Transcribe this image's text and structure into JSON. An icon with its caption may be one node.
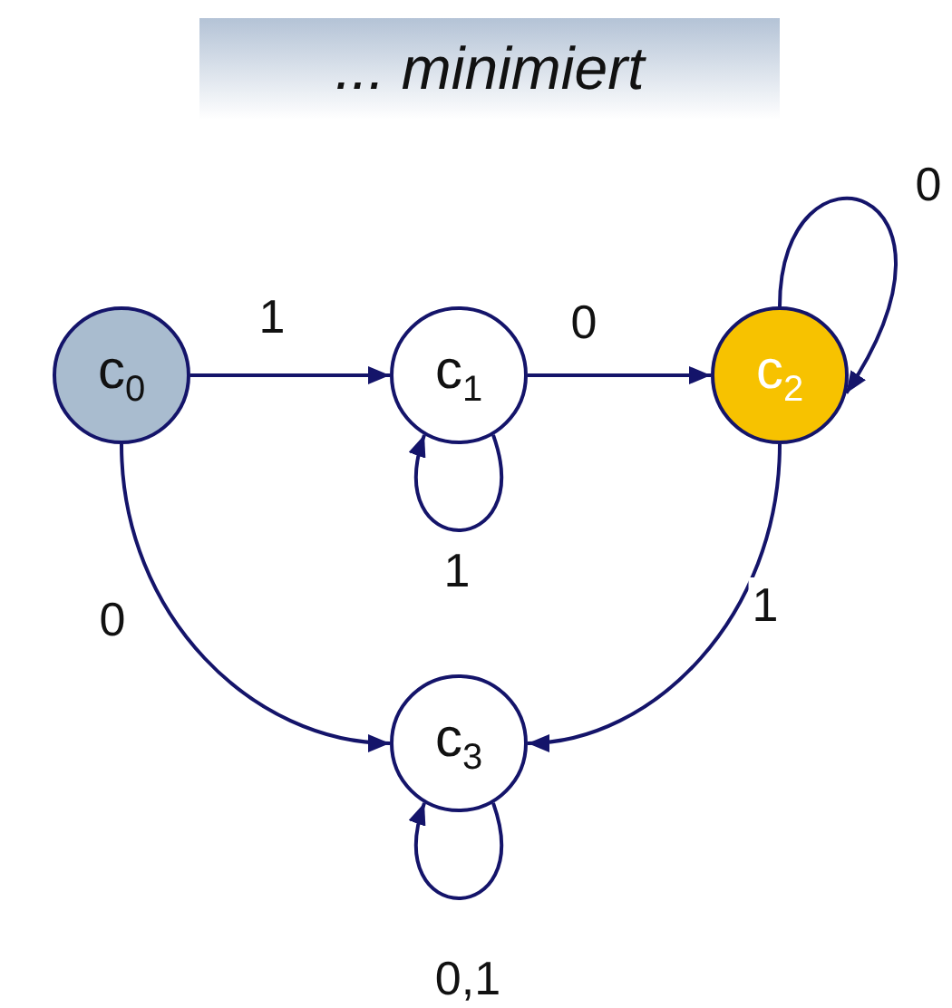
{
  "diagram": {
    "title": "... minimiert",
    "nodes": [
      {
        "text": [
          "c$_{0}$"
        ]
      },
      {
        "text": [
          "c$_{1}$"
        ]
      },
      {
        "text": [
          "c$_{2}$"
        ]
      },
      {
        "text": [
          "c$_{3}$"
        ]
      }
    ],
    "edges": [
      {
        "from": 0,
        "to": 1,
        "arrow": "to",
        "label": "1"
      },
      {
        "from": 1,
        "to": 2,
        "arrow": "to",
        "label": "0"
      },
      {
        "from": 1,
        "to": 1,
        "arrow": "to",
        "label": "1"
      },
      {
        "from": 2,
        "to": 2,
        "arrow": "to",
        "label": "0"
      },
      {
        "from": 0,
        "to": 3,
        "arrow": "to",
        "label": "0"
      },
      {
        "from": 2,
        "to": 3,
        "arrow": "to",
        "label": "1"
      },
      {
        "from": 3,
        "to": 3,
        "arrow": "to",
        "label": "0,1"
      }
    ]
  }
}
